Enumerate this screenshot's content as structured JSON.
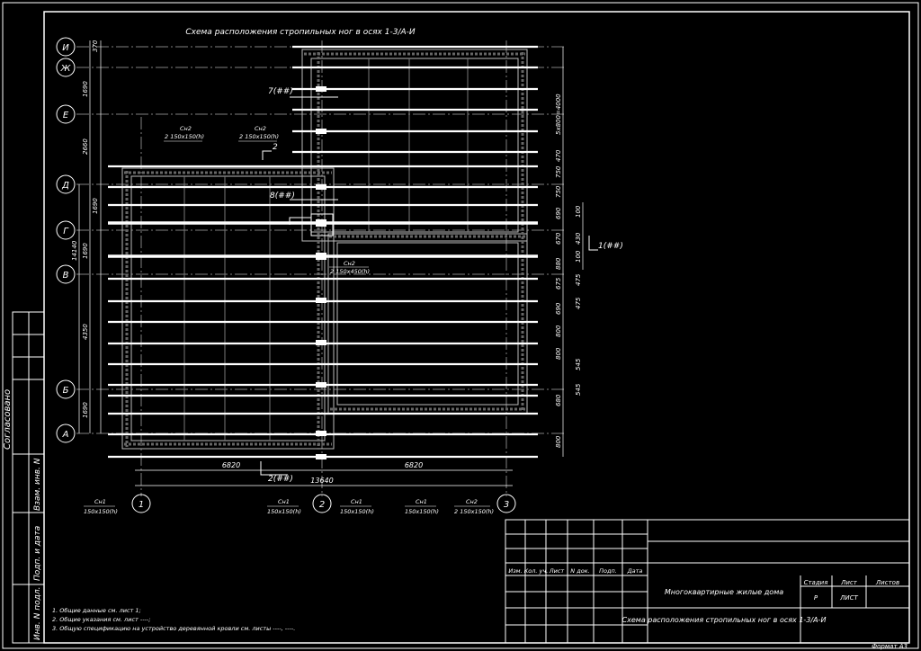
{
  "drawing_title": "Схема расположения стропильных ног в осях 1-3/А-И",
  "axes_letters": [
    "И",
    "Ж",
    "Е",
    "Д",
    "Г",
    "В",
    "Б",
    "А"
  ],
  "axes_numbers": [
    "1",
    "2",
    "3"
  ],
  "dims_left": [
    "370",
    "1690",
    "2660",
    "1690",
    "14140",
    "1690",
    "4350",
    "1690"
  ],
  "dims_bottom": [
    "6820",
    "13640",
    "6820"
  ],
  "dims_right": [
    "5x800=4000",
    "470",
    "750",
    "750",
    "690",
    "670",
    "880",
    "675",
    "690",
    "800",
    "800",
    "680",
    "800"
  ],
  "dims_right_inner": [
    "100",
    "430",
    "100",
    "475",
    "475",
    "545",
    "545"
  ],
  "section_marks": {
    "m7": "7(##)",
    "m8": "8(##)",
    "m1": "1(##)",
    "m2": "2(##)",
    "cut2": "2"
  },
  "beam_labels": [
    {
      "name": "Сн2",
      "size": "2 150x150(h)"
    },
    {
      "name": "Сн2",
      "size": "2 150x150(h)"
    },
    {
      "name": "Сн2",
      "size": "2 150x450(h)"
    }
  ],
  "bottom_labels": [
    {
      "name": "Сн1",
      "size": "150x150(h)"
    },
    {
      "name": "Сн1",
      "size": "150x150(h)"
    },
    {
      "name": "Сн1",
      "size": "150x150(h)"
    },
    {
      "name": "Сн1",
      "size": "150x150(h)"
    },
    {
      "name": "Сн2",
      "size": "2 150x150(h)"
    }
  ],
  "side_stamp": [
    "Согласовано",
    "Взам. инв. N",
    "Подп. и дата",
    "Инв. N подл."
  ],
  "notes": [
    "1. Общие данные см. лист 1;",
    "2. Общие указания см. лист ----;",
    "3. Общую спецификацию на устройство деревянной кровли см. листы ----, ----."
  ],
  "title_block": {
    "headers": [
      "Изм.",
      "Кол. уч.",
      "Лист",
      "N док.",
      "Подп.",
      "Дата"
    ],
    "project": "Многоквартирные жилые дома",
    "sheet_title": "Схема расположения стропильных ног в осях 1-3/А-И",
    "stage_h": "Стадия",
    "sheet_h": "Лист",
    "sheets_h": "Листов",
    "stage": "Р",
    "sheet": "ЛИСТ"
  },
  "format": "Формат А3"
}
